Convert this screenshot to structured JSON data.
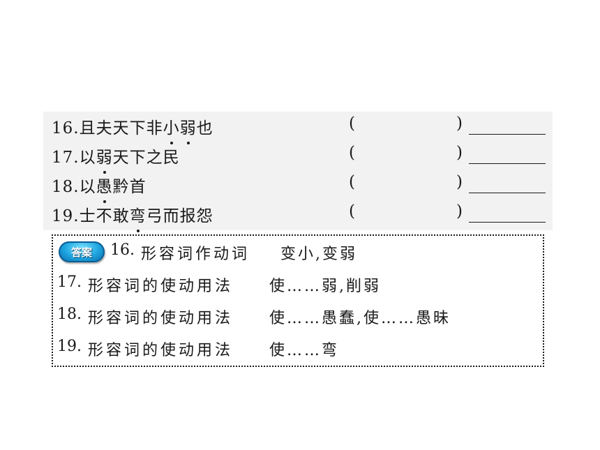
{
  "questions": [
    {
      "num": "16.",
      "segments": [
        {
          "t": "且夫天下非",
          "dot": false
        },
        {
          "t": "小",
          "dot": true
        },
        {
          "t": "弱",
          "dot": true
        },
        {
          "t": "也",
          "dot": false
        }
      ],
      "open": "(",
      "close": ")"
    },
    {
      "num": "17.",
      "segments": [
        {
          "t": "以",
          "dot": false
        },
        {
          "t": "弱",
          "dot": true
        },
        {
          "t": "天下之民",
          "dot": false
        }
      ],
      "open": "(",
      "close": ")"
    },
    {
      "num": "18.",
      "segments": [
        {
          "t": "以",
          "dot": false
        },
        {
          "t": "愚",
          "dot": true
        },
        {
          "t": "黔首",
          "dot": false
        }
      ],
      "open": "(",
      "close": ")"
    },
    {
      "num": "19.",
      "segments": [
        {
          "t": "士不敢",
          "dot": false
        },
        {
          "t": "弯",
          "dot": true
        },
        {
          "t": "弓而报怨",
          "dot": false
        }
      ],
      "open": "(",
      "close": ")"
    }
  ],
  "answers": {
    "badge_label": "答案",
    "items": [
      {
        "num": "16.",
        "usage": "形容词作动词",
        "meaning": "变小,变弱"
      },
      {
        "num": "17.",
        "usage": "形容词的使动用法",
        "meaning": "使……弱,削弱"
      },
      {
        "num": "18.",
        "usage": "形容词的使动用法",
        "meaning": "使……愚蠢,使……愚昧"
      },
      {
        "num": "19.",
        "usage": "形容词的使动用法",
        "meaning": "使……弯"
      }
    ]
  },
  "colors": {
    "badge_fill": "#1fa6e0",
    "question_bg": "#f2f2f2",
    "text": "#1a1a1a"
  },
  "icons": {
    "answer_badge": "answer-badge-icon"
  }
}
